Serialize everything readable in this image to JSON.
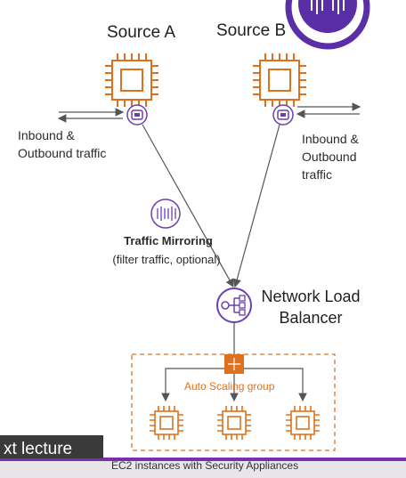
{
  "source_a": {
    "label": "Source A"
  },
  "source_b": {
    "label": "Source B"
  },
  "left_traffic": {
    "line1": "Inbound &",
    "line2": "Outbound traffic"
  },
  "right_traffic": {
    "line1": "Inbound &",
    "line2": "Outbound",
    "line3": "traffic"
  },
  "traffic_mirroring": {
    "title": "Traffic Mirroring",
    "subtitle": "(filter traffic, optional)"
  },
  "nlb": {
    "line1": "Network Load",
    "line2": "Balancer"
  },
  "asg": {
    "label": "Auto Scaling group"
  },
  "ec2_caption": "EC2 instances with Security Appliances",
  "overlay": {
    "next_lecture": "xt lecture"
  },
  "colors": {
    "ec2": "#e0711c",
    "network": "#6b3fb0",
    "line": "#555555"
  }
}
